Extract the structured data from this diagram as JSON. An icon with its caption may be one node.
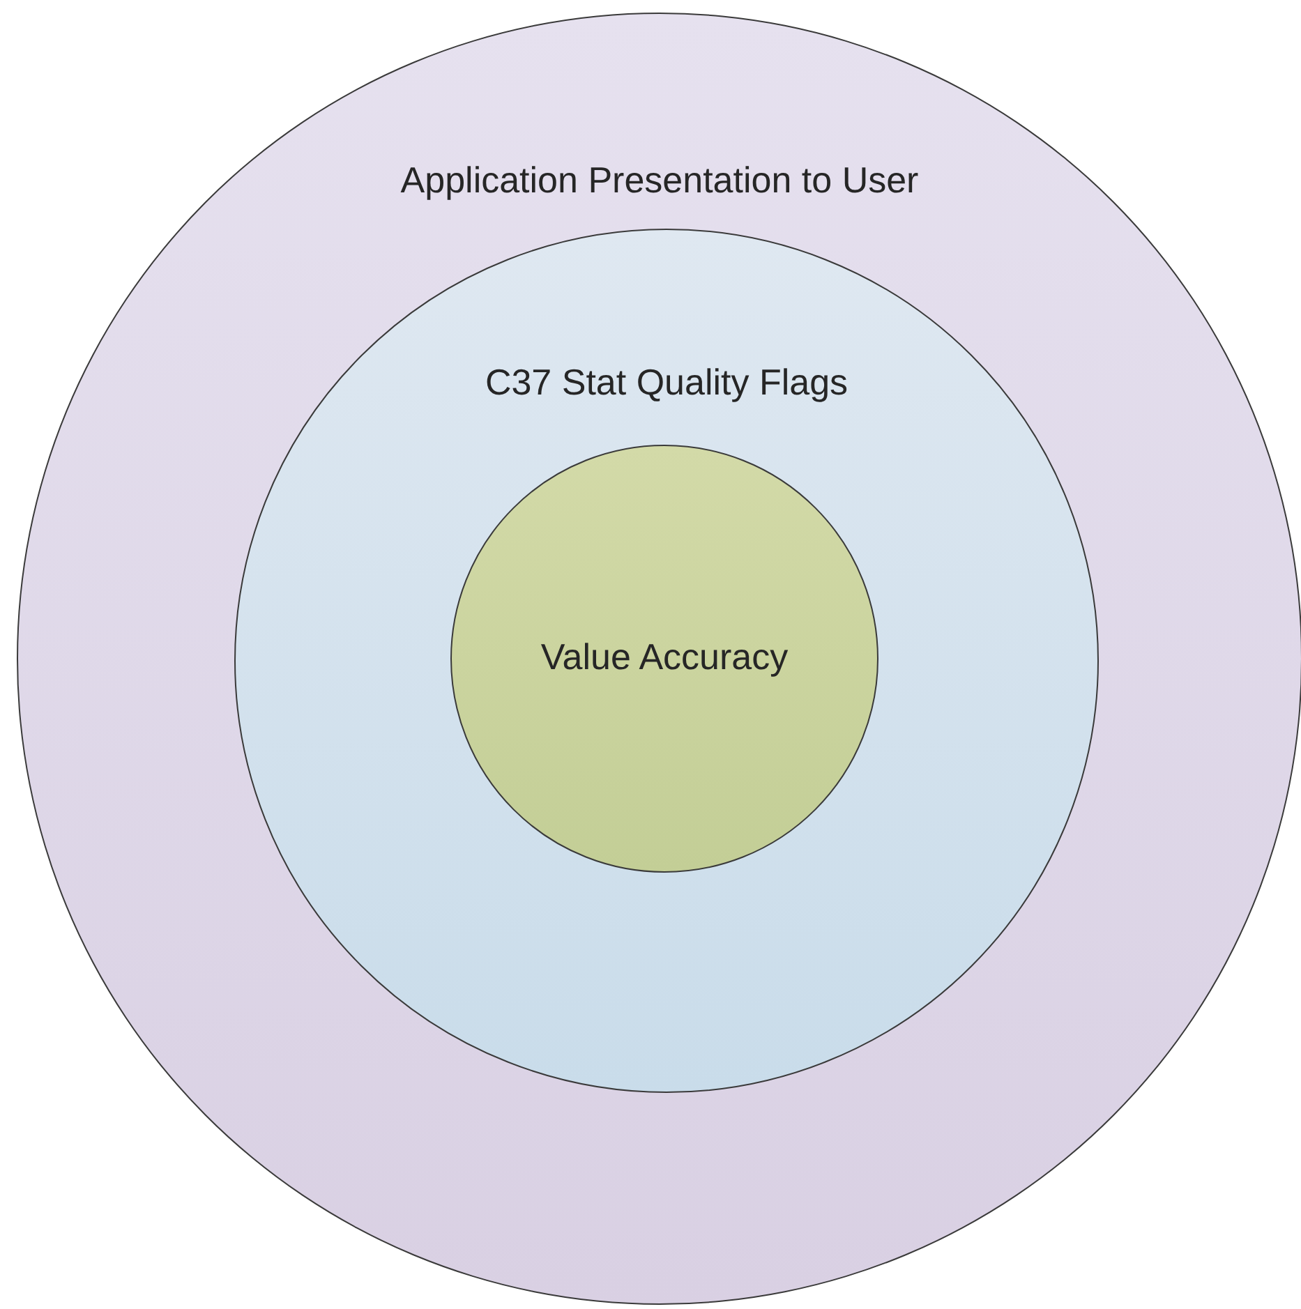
{
  "diagram": {
    "nodes": [
      {
        "text": [
          "Application Presentation to User"
        ]
      },
      {
        "text": [
          "C37 Stat Quality Flags"
        ],
        "in": 0
      },
      {
        "text": [
          "Value Accuracy"
        ],
        "in": 1
      }
    ]
  }
}
